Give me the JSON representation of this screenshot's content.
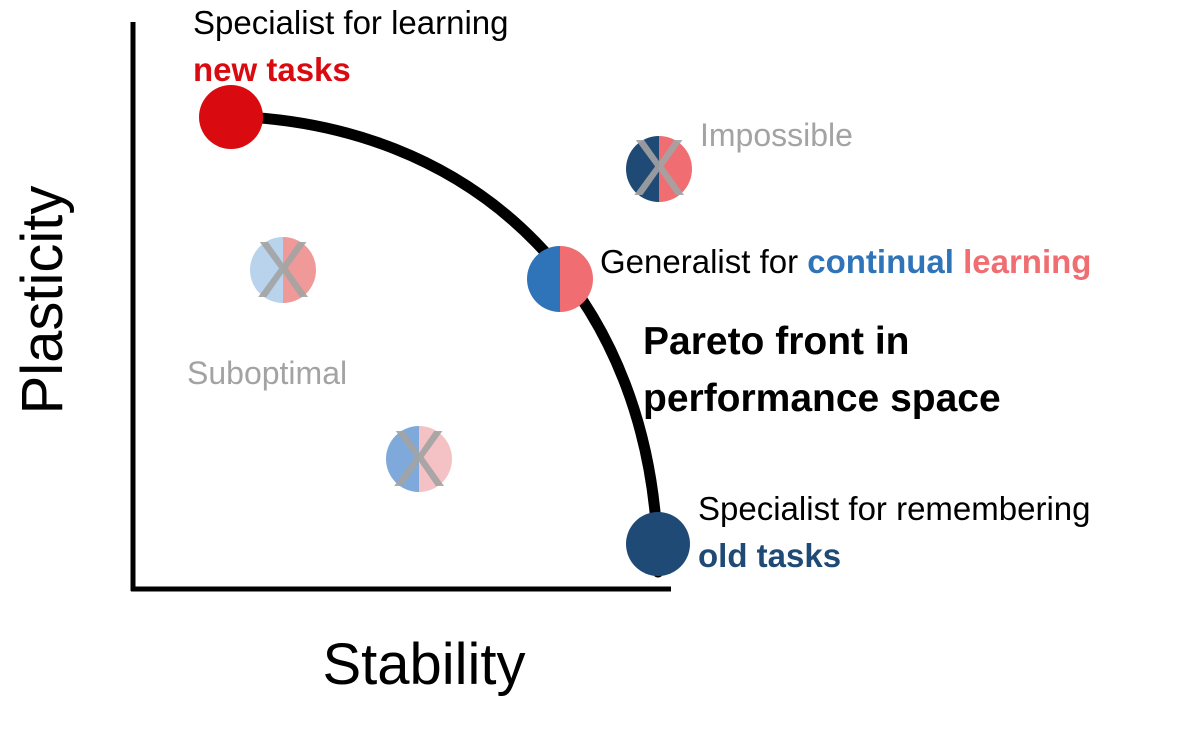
{
  "axes": {
    "x_label": "Stability",
    "y_label": "Plasticity"
  },
  "labels": {
    "specialist_new": {
      "line1": "Specialist for learning",
      "line2": "new tasks"
    },
    "specialist_old": {
      "line1": "Specialist for remembering",
      "line2": "old tasks"
    },
    "generalist": {
      "prefix": "Generalist for ",
      "word1": "continual",
      "space": " ",
      "word2": "learning"
    },
    "pareto": {
      "line1": "Pareto front in",
      "line2": "performance space"
    },
    "impossible": "Impossible",
    "suboptimal": "Suboptimal",
    "cross_mark": "X"
  },
  "colors": {
    "new_task_red": "#d90b10",
    "old_task_navy": "#1f4a75",
    "continual_blue": "#2f74b8",
    "learning_pink": "#f06d72",
    "muted_gray": "#a3a3a3",
    "faded_blue": "#b9d3ec",
    "faded_pink": "#f09999"
  }
}
